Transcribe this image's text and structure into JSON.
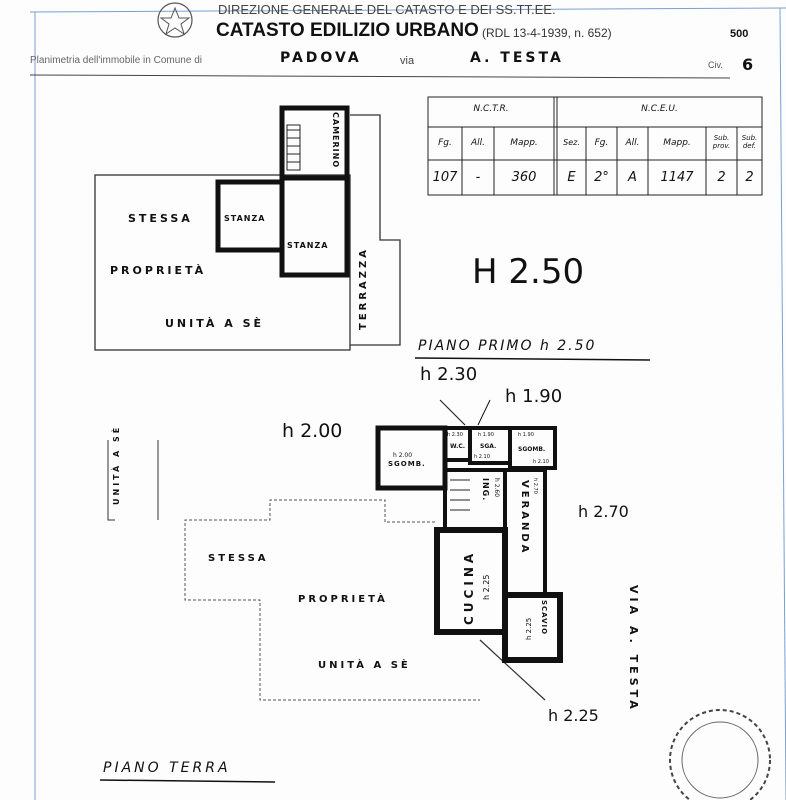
{
  "header": {
    "authority": "DIREZIONE GENERALE DEL CATASTO E DEI SS.TT.EE.",
    "title": "CATASTO EDILIZIO URBANO",
    "law_ref": "(RDL 13-4-1939, n. 652)",
    "form_number": "500",
    "comune_label": "Planimetria dell'immobile in Comune di",
    "comune": "PADOVA",
    "via_label": "via",
    "via": "A. TESTA",
    "civ_label": "Civ.",
    "civ": "6"
  },
  "table": {
    "nctr_title": "N.C.T.R.",
    "nceu_title": "N.C.E.U.",
    "headers": [
      "Fg.",
      "All.",
      "Mapp.",
      "Sez.",
      "Fg.",
      "All.",
      "Mapp.",
      "Sub. prov.",
      "Sub. def."
    ],
    "values": [
      "107",
      "-",
      "360",
      "E",
      "2°",
      "A",
      "1147",
      "2",
      "2"
    ]
  },
  "upper_plan": {
    "rooms": {
      "camerino": "CAMERINO",
      "stanza1": "STANZA",
      "stanza2": "STANZA",
      "terrazza": "TERRAZZA"
    },
    "other_unit": [
      "STESSA",
      "PROPRIETÀ",
      "UNITÀ A SÈ"
    ],
    "height_note": "H 2.50",
    "caption": "PIANO PRIMO h 2.50"
  },
  "lower_plan": {
    "heights": [
      "h 2.30",
      "h 1.90",
      "h 2.00",
      "h 2.70",
      "h 2.25"
    ],
    "rooms": {
      "sgombero1": {
        "name": "SGOMB.",
        "h": "h 2.00"
      },
      "wc": {
        "name": "W.C.",
        "h": "h 2.30"
      },
      "sga": {
        "name": "SGA.",
        "h": "h 1.90",
        "h2": "h 2.10"
      },
      "sgombero2": {
        "name": "SGOMB.",
        "h": "h 1.90",
        "h2": "h 2.10"
      },
      "ingresso": {
        "name": "ING.",
        "h": "h 2.60"
      },
      "veranda": {
        "name": "VERANDA",
        "h": "h 2.70"
      },
      "cucina": {
        "name": "CUCINA",
        "h": "h 2.25"
      },
      "scavio": {
        "name": "SCAVIO",
        "h": "h 2.25"
      }
    },
    "other_unit": [
      "STESSA",
      "PROPRIETÀ",
      "UNITÀ A SÈ"
    ],
    "side_unit": "UNITÀ A SÈ",
    "street": "VIA A. TESTA",
    "caption": "PIANO TERRA"
  }
}
